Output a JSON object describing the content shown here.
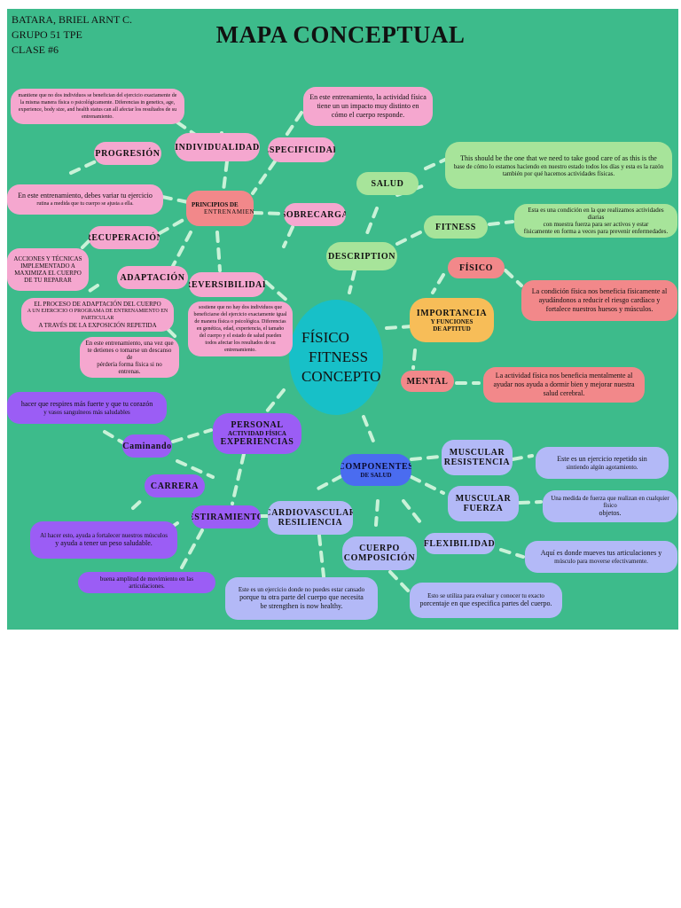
{
  "header": {
    "line1": "BATARA, BRIEL ARNT C.",
    "line2": "GRUPO 51 TPE",
    "line3": "CLASE #6",
    "title": "MAPA CONCEPTUAL"
  },
  "colors": {
    "background": "#3dbb8b",
    "pink": "#f5a7cf",
    "coral": "#f2888a",
    "light_green": "#a7e49a",
    "orange": "#f7bd58",
    "purple": "#9b5df5",
    "lavender": "#b3b9f7",
    "blue": "#4a6cf0",
    "teal": "#17c0c8",
    "connector": "#c9f2d8"
  },
  "center": {
    "l1": "FÍSICO",
    "l2": "FITNESS",
    "l3": "CONCEPTOS"
  },
  "principles": {
    "hub_a": "PRINCIPIOS DE",
    "hub_b": "ENTRENAMIENTO",
    "individualidad": "INDIVIDUALIDAD",
    "especificidad": "ESPECIFICIDAD",
    "progresion": "PROGRESIÓN",
    "sobrecarga": "SOBRECARGA",
    "recuperacion": "RECUPERACIÓN",
    "adaptacion": "ADAPTACIÓN",
    "reversibilidad": "REVERSIBILIDAD",
    "individualidad_note": "mantiene que no dos individuos se benefician del ejercicio exactamente de la misma manera física o psicológicamente. Diferencias in genetics, age, experience, body size, and health status can all afectar los resultados de su entrenamiento.",
    "especificidad_note": "En este entrenamiento, la actividad física tiene un un impacto muy distinto en cómo el cuerpo responde.",
    "progresion_note_a": "En este entrenamiento, debes variar tu ejercicio",
    "progresion_note_b": "rutina a medida que tu cuerpo se ajusta a ella.",
    "recuperacion_note": "ACCIONES Y TÉCNICAS IMPLEMENTADO A MAXIMIZA EL CUERPO DE TU REPARAR",
    "adaptacion_note_a": "EL PROCESO DE ADAPTACIÓN DEL CUERPO",
    "adaptacion_note_b": "A UN EJERCICIO O PROGRAMA DE ENTRENAMIENTO EN PARTICULAR",
    "adaptacion_note_c": "A TRAVÉS DE LA EXPOSICIÓN REPETIDA",
    "reversibilidad_note_a": "En este entrenamiento, una vez que te detienes o tomarse un descanso de",
    "reversibilidad_note_b": "pérdería forma física si no entrenas.",
    "sobrecarga_note": "sostiene que no hay dos individuos que beneficiarse del ejercicio exactamente igual de manera física o psicológica. Diferencias en genética, edad, experiencia, el tamaño del cuerpo y el estado de salud pueden todos afectar los resultados de su entrenamiento."
  },
  "description": {
    "label": "DESCRIPTION",
    "salud": "SALUD",
    "fitness": "FITNESS",
    "salud_note_a": "This should be the one that we need to take good care of as this is the",
    "salud_note_b": "base de cómo lo estamos haciendo en nuestro estado todos los días y esta es la razón también por qué hacemos actividades físicas.",
    "fitness_note_a": "Esta es una condición en la que realizamos actividades diarias",
    "fitness_note_b": "con muestra fuerza para ser activos y estar",
    "fitness_note_c": "físicamente en forma a veces para prevenir enfermedades."
  },
  "importance": {
    "label_a": "IMPORTANCIA",
    "label_b": "Y FUNCIONES",
    "label_c": "DE APTITUD",
    "fisico": "FÍSICO",
    "mental": "MENTAL",
    "fisico_note": "La condición física nos beneficia físicamente al ayudándonos a reducir el riesgo cardíaco y fortalece nuestros huesos y músculos.",
    "mental_note": "La actividad física nos beneficia mentalmente al ayudar nos ayuda a dormir bien y mejorar nuestra salud cerebral."
  },
  "personal": {
    "label_a": "PERSONAL",
    "label_b": "ACTIVIDAD FÍSICA",
    "label_c": "EXPERIENCIAS",
    "caminando": "Caminando",
    "carrera": "CARRERA",
    "estiramiento": "ESTIRAMIENTO",
    "caminando_note_a": "hacer que respires más fuerte y que tu corazón",
    "caminando_note_b": "y vasos sanguíneos más saludables",
    "carrera_note_a": "Al hacer esto, ayuda a fortalecer nuestros músculos",
    "carrera_note_b": "y ayuda a tener un peso saludable.",
    "estiramiento_note": "buena amplitud de movimiento en las articulaciones."
  },
  "components": {
    "label_a": "COMPONENTES",
    "label_b": "DE SALUD",
    "muscular_resistencia": "MUSCULAR RESISTENCIA",
    "muscular_fuerza": "MUSCULAR FUERZA",
    "flexibilidad": "FLEXIBILIDAD",
    "cardio": "CARDIOVASCULAR RESILIENCIA",
    "cuerpo": "CUERPO COMPOSICIÓN",
    "resistencia_note_a": "Este es un ejercicio repetido sin",
    "resistencia_note_b": "sintiendo algún agotamiento.",
    "fuerza_note_a": "Una medida de fuerza que realizan en cualquier físico",
    "fuerza_note_b": "objetos.",
    "flex_note_a": "Aquí es donde mueves tus articulaciones y",
    "flex_note_b": "músculo para moverse efectivamente.",
    "cardio_note_a": "Este es un ejercicio donde no puedes estar cansado",
    "cardio_note_b": "porque tu otra parte del cuerpo que necesita",
    "cardio_note_c": "be strengthen is now healthy.",
    "cuerpo_note_a": "Esto se utiliza para evaluar y conocer tu exacto",
    "cuerpo_note_b": "porcentaje en que especifica partes del cuerpo."
  }
}
